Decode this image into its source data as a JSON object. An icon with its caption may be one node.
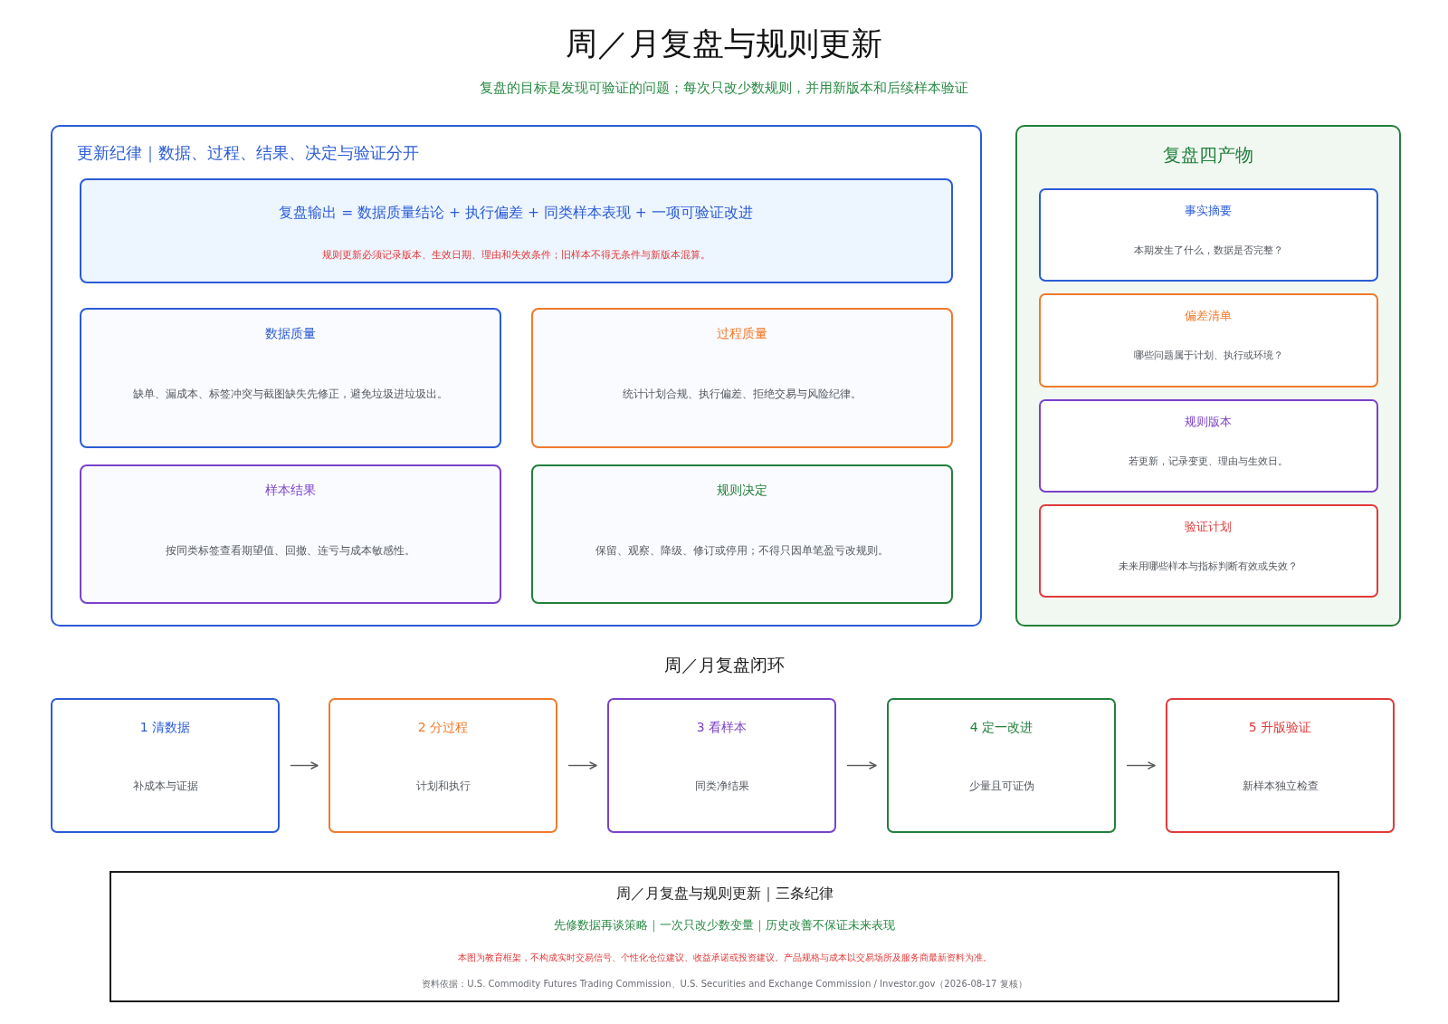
{
  "diagram": {
    "title": "周／月复盘与规则更新",
    "nodes": [
      {
        "text": [
          "更新纪律｜数据、过程、结果、决定与验证分开"
        ]
      },
      {
        "text": [
          "复盘输出 = 数据质量结论 + 执行偏差 + 同类样本表现 + 一项可验证改进",
          "规则更新必须记录版本、生效日期、理由和失效条件；旧样本不得无条件与新版本混算。"
        ],
        "in": 0
      },
      {
        "text": [
          "数据质量",
          "缺单、漏成本、标签冲突与截图缺失先修正，避免垃圾进垃圾出。"
        ],
        "in": 0
      },
      {
        "text": [
          "过程质量",
          "统计计划合规、执行偏差、拒绝交易与风险纪律。"
        ],
        "in": 0
      },
      {
        "text": [
          "样本结果",
          "按同类标签查看期望值、回撤、连亏与成本敏感性。"
        ],
        "in": 0
      },
      {
        "text": [
          "规则决定",
          "保留、观察、降级、修订或停用；不得只因单笔盈亏改规则。"
        ],
        "in": 0
      },
      {
        "text": [
          "复盘四产物"
        ]
      },
      {
        "text": [
          "事实摘要",
          "本期发生了什么，数据是否完整？"
        ],
        "in": 6
      },
      {
        "text": [
          "偏差清单",
          "哪些问题属于计划、执行或环境？"
        ],
        "in": 6
      },
      {
        "text": [
          "规则版本",
          "若更新，记录变更、理由与生效日。"
        ],
        "in": 6
      },
      {
        "text": [
          "验证计划",
          "未来用哪些样本与指标判断有效或失效？"
        ],
        "in": 6
      },
      {
        "text": [
          "1 清数据",
          "补成本与证据"
        ]
      },
      {
        "text": [
          "2 分过程",
          "计划和执行"
        ]
      },
      {
        "text": [
          "3 看样本",
          "同类净结果"
        ]
      },
      {
        "text": [
          "4 定一改进",
          "少量且可证伪"
        ]
      },
      {
        "text": [
          "5 升版验证",
          "新样本独立检查"
        ]
      },
      {
        "text": [
          "周／月复盘与规则更新｜三条纪律",
          "先修数据再谈策略｜一次只改少数变量｜历史改善不保证未来表现",
          "本图为教育框架，不构成实时交易信号、个性化仓位建议、收益承诺或投资建议。产品规格与成本以交易场所及服务商最新资料为准。",
          "资料依据：U.S. Commodity Futures Trading Commission、U.S. Securities and Exchange Commission / Investor.gov（2026-08-17 复核）"
        ]
      }
    ],
    "edges": [
      {
        "from": 11,
        "to": 12,
        "arrow": "to"
      },
      {
        "from": 12,
        "to": 13,
        "arrow": "to"
      },
      {
        "from": 13,
        "to": 14,
        "arrow": "to"
      },
      {
        "from": 14,
        "to": 15,
        "arrow": "to"
      }
    ],
    "labels": [
      "复盘的目标是发现可验证的问题；每次只改少数规则，并用新版本和后续样本验证",
      "周／月复盘闭环"
    ]
  }
}
